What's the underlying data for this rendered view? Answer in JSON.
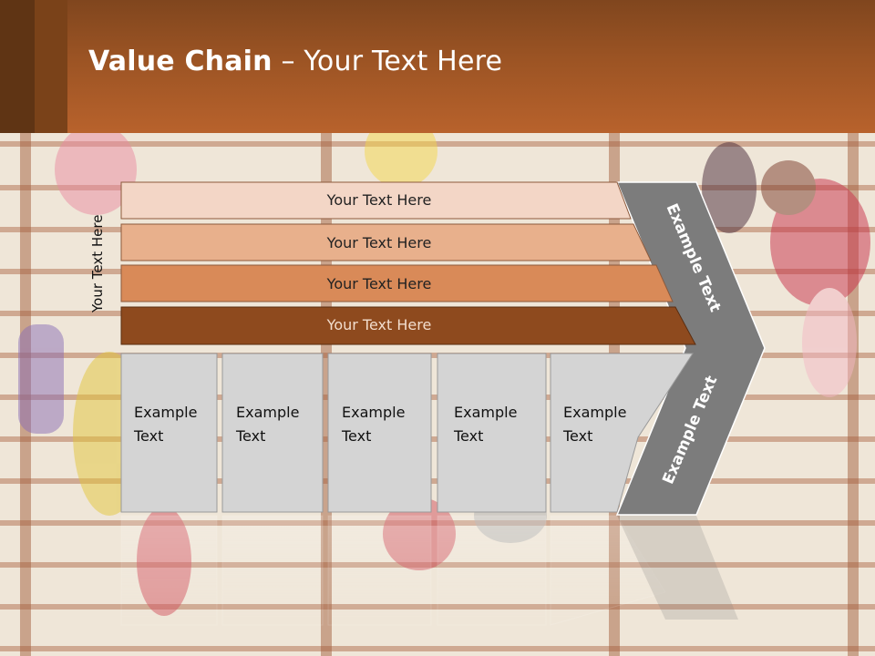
{
  "slide": {
    "title_bold": "Value Chain",
    "title_rest": " – Your Text Here",
    "side_label": "Your Text Here"
  },
  "bars": [
    {
      "label": "Your Text Here",
      "color": "#f3d6c6"
    },
    {
      "label": "Your Text Here",
      "color": "#e8b08c"
    },
    {
      "label": "Your Text Here",
      "color": "#d98a58"
    },
    {
      "label": "Your Text Here",
      "color": "#8e4a1e"
    }
  ],
  "boxes": [
    {
      "line1": "Example",
      "line2": "Text"
    },
    {
      "line1": "Example",
      "line2": "Text"
    },
    {
      "line1": "Example",
      "line2": "Text"
    },
    {
      "line1": "Example",
      "line2": "Text"
    },
    {
      "line1": "Example",
      "line2": "Text"
    }
  ],
  "chevron": {
    "upper_label": "Example Text",
    "lower_label": "Example Text",
    "color": "#7c7c7c"
  },
  "colors": {
    "header": "#a4582a",
    "box_fill": "#d4d4d4",
    "box_text": "#111111"
  }
}
